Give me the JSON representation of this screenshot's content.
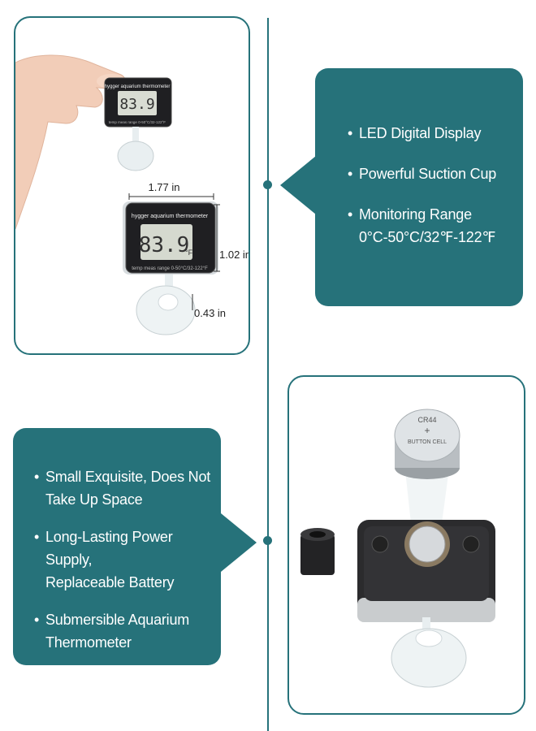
{
  "colors": {
    "teal": "#26727a",
    "white": "#ffffff"
  },
  "top_right_box": {
    "items": [
      {
        "lines": [
          "LED Digital Display"
        ]
      },
      {
        "lines": [
          "Powerful Suction Cup"
        ]
      },
      {
        "lines": [
          "Monitoring Range",
          "0°C-50°C/32℉-122℉"
        ]
      }
    ]
  },
  "bottom_left_box": {
    "items": [
      {
        "lines": [
          "Small Exquisite, Does Not",
          "Take Up Space"
        ]
      },
      {
        "lines": [
          "Long-Lasting Power Supply,",
          "Replaceable Battery"
        ]
      },
      {
        "lines": [
          "Submersible Aquarium",
          "Thermometer"
        ]
      }
    ]
  },
  "product_photo": {
    "device_brand": "hygger aquarium thermometer",
    "device_reading": "83.9",
    "device_unit": "°F",
    "device_range": "temp meas range 0-50°C/32-122°F",
    "dimensions": {
      "width": "1.77 in",
      "height": "1.02 in",
      "depth": "0.43 in"
    }
  },
  "battery_photo": {
    "battery_model": "CR44",
    "battery_polarity": "+",
    "battery_type": "BUTTON CELL"
  }
}
